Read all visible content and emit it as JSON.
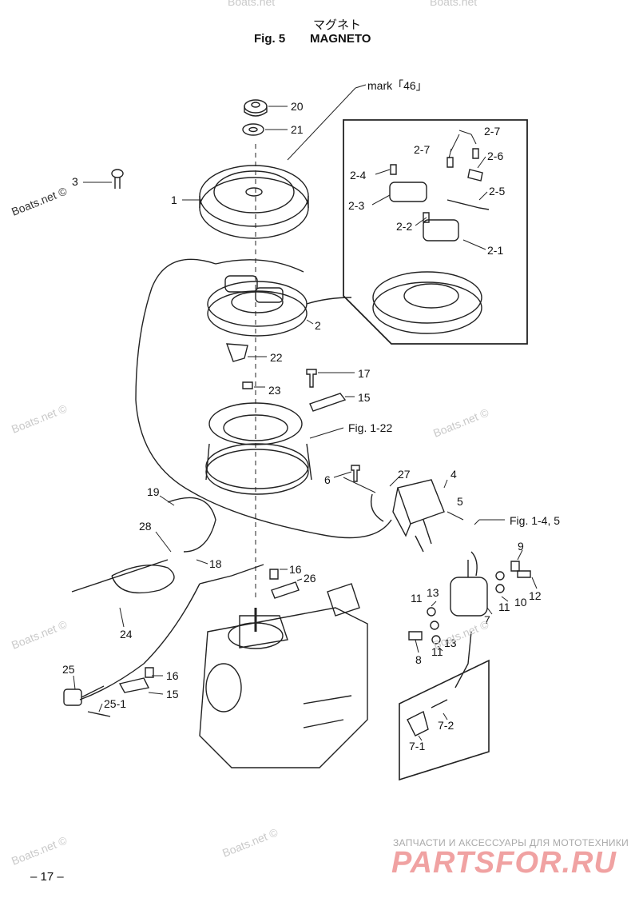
{
  "header": {
    "title_jp": "マグネト",
    "fig_number": "Fig. 5",
    "fig_name": "MAGNETO"
  },
  "labels": {
    "mark": "mark「46」",
    "p20": "20",
    "p21": "21",
    "p3": "3",
    "p1": "1",
    "p2": "2",
    "p2_7a": "2-7",
    "p2_7b": "2-7",
    "p2_6": "2-6",
    "p2_5": "2-5",
    "p2_4": "2-4",
    "p2_3": "2-3",
    "p2_2": "2-2",
    "p2_1": "2-1",
    "p22": "22",
    "p17": "17",
    "p23": "23",
    "p15a": "15",
    "fig1_22": "Fig. 1-22",
    "p6": "6",
    "p27": "27",
    "p4": "4",
    "p5": "5",
    "p19": "19",
    "fig1_4_5": "Fig. 1-4, 5",
    "p28": "28",
    "p18": "18",
    "p16a": "16",
    "p26": "26",
    "p9": "9",
    "p12": "12",
    "p10": "10",
    "p11a": "11",
    "p13a": "13",
    "p11b": "11",
    "p7": "7",
    "p24": "24",
    "p11c": "11",
    "p13b": "13",
    "p8": "8",
    "p25": "25",
    "p16b": "16",
    "p15b": "15",
    "p25_1": "25-1",
    "p7_2": "7-2",
    "p7_1": "7-1"
  },
  "watermarks": {
    "site": "Boats.net ©",
    "site_top": "Boats.net"
  },
  "footer": {
    "tagline": "ЗАПЧАСТИ И АКСЕССУАРЫ ДЛЯ МОТОТЕХНИКИ",
    "logo": "PARTSFOR.RU",
    "page_number": "– 17 –"
  }
}
